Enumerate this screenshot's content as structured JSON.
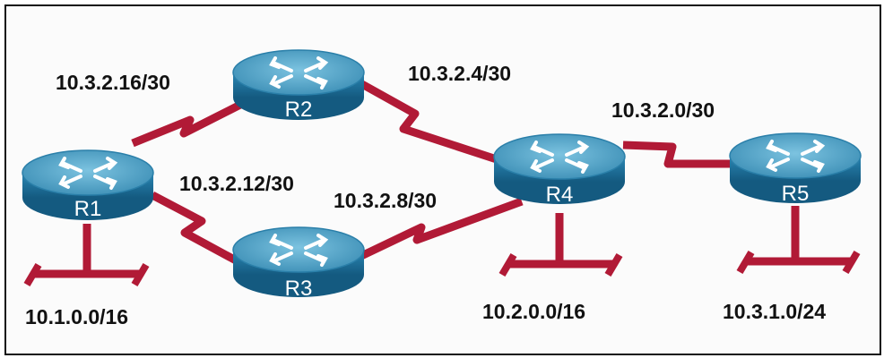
{
  "diagram": {
    "routers": [
      {
        "id": "R1",
        "label": "R1"
      },
      {
        "id": "R2",
        "label": "R2"
      },
      {
        "id": "R3",
        "label": "R3"
      },
      {
        "id": "R4",
        "label": "R4"
      },
      {
        "id": "R5",
        "label": "R5"
      }
    ],
    "links": [
      {
        "from": "R1",
        "to": "R2",
        "network": "10.3.2.16/30"
      },
      {
        "from": "R1",
        "to": "R3",
        "network": "10.3.2.12/30"
      },
      {
        "from": "R2",
        "to": "R4",
        "network": "10.3.2.4/30"
      },
      {
        "from": "R3",
        "to": "R4",
        "network": "10.3.2.8/30"
      },
      {
        "from": "R4",
        "to": "R5",
        "network": "10.3.2.0/30"
      }
    ],
    "lans": [
      {
        "router": "R1",
        "network": "10.1.0.0/16"
      },
      {
        "router": "R4",
        "network": "10.2.0.0/16"
      },
      {
        "router": "R5",
        "network": "10.3.1.0/24"
      }
    ],
    "colors": {
      "link": "#b11a36",
      "router_top": "#4fa3c6",
      "router_body": "#1f6f98",
      "router_arrows": "#ffffff",
      "background": "#fbfbfb",
      "border": "#111111"
    }
  }
}
